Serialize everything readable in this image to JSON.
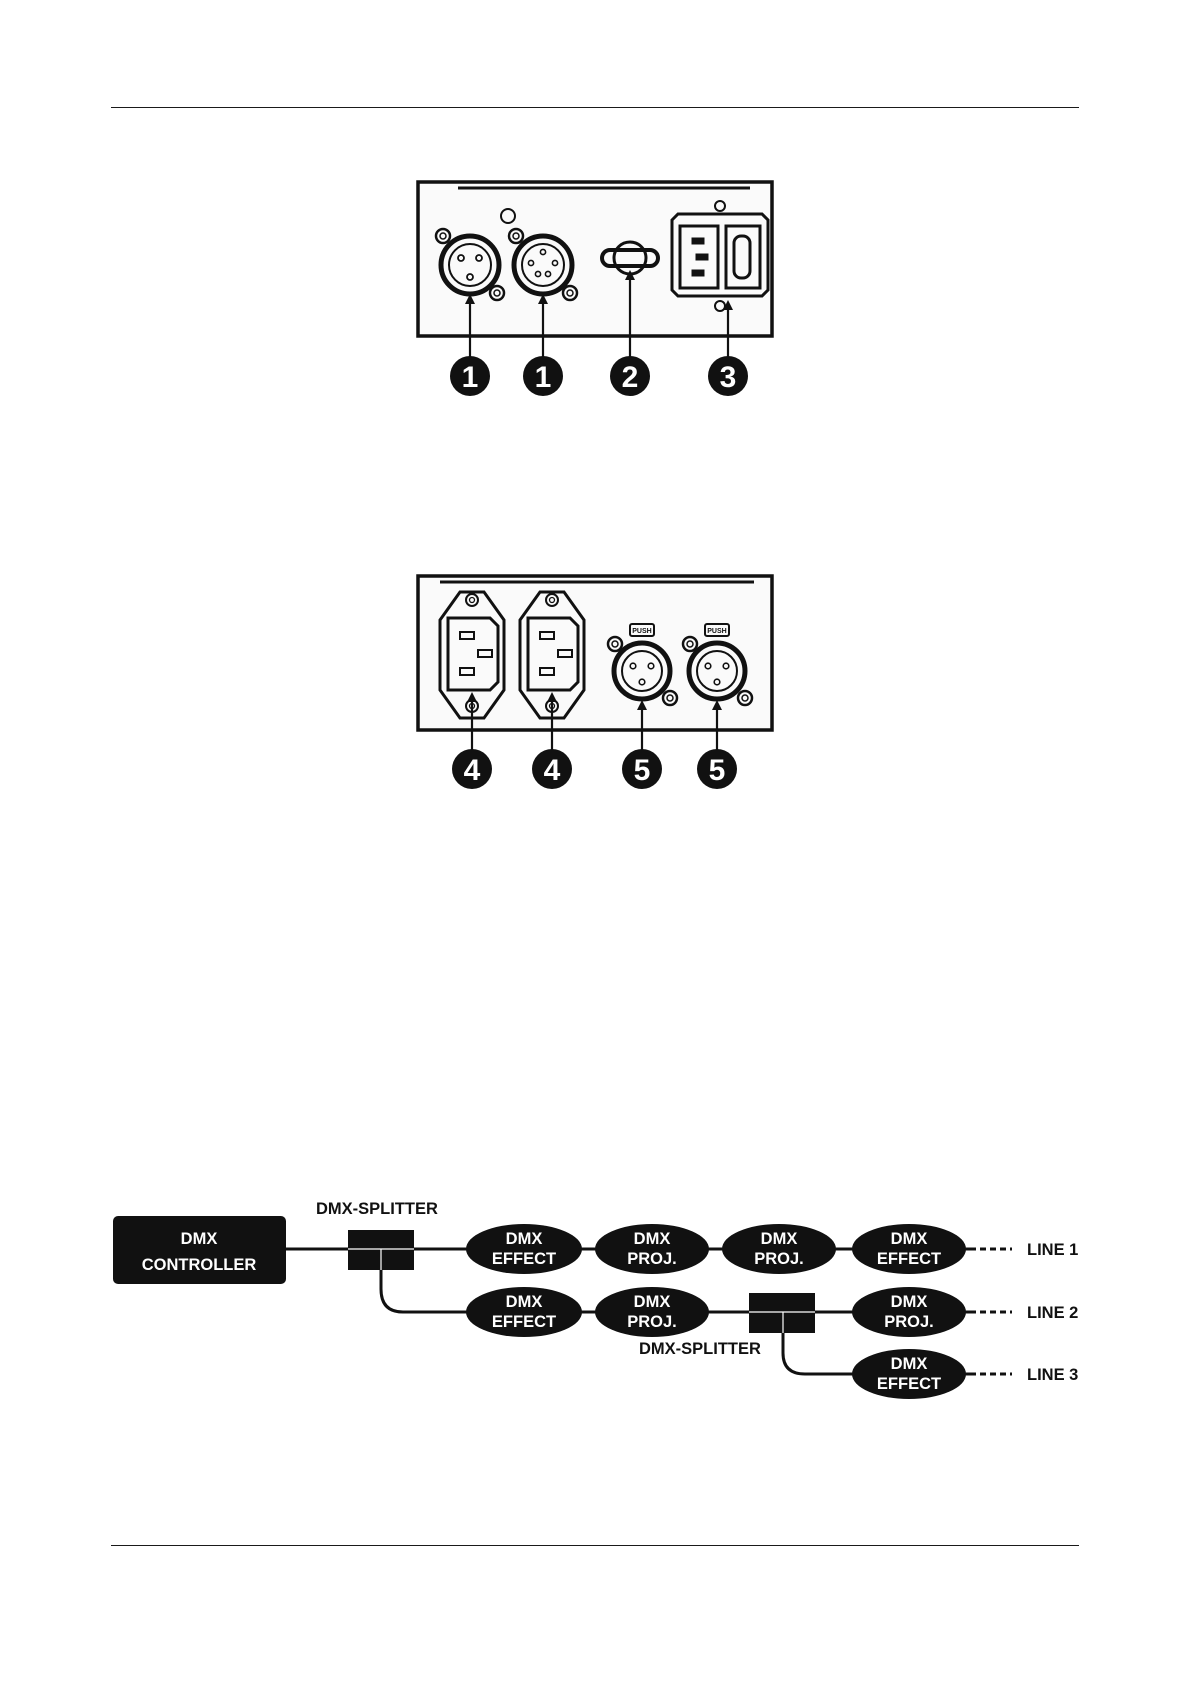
{
  "front_panel": {
    "callouts": [
      "1",
      "1",
      "2",
      "3"
    ]
  },
  "rear_panel": {
    "push_label": "PUSH",
    "callouts": [
      "4",
      "4",
      "5",
      "5"
    ]
  },
  "dmx_diagram": {
    "controller_line1": "DMX",
    "controller_line2": "CONTROLLER",
    "splitter_label": "DMX-SPLITTER",
    "line1": {
      "devices": [
        {
          "top": "DMX",
          "bottom": "EFFECT"
        },
        {
          "top": "DMX",
          "bottom": "PROJ."
        },
        {
          "top": "DMX",
          "bottom": "PROJ."
        },
        {
          "top": "DMX",
          "bottom": "EFFECT"
        }
      ],
      "end_label": "LINE 1"
    },
    "line2": {
      "devices": [
        {
          "top": "DMX",
          "bottom": "EFFECT"
        },
        {
          "top": "DMX",
          "bottom": "PROJ."
        },
        {
          "top": "DMX",
          "bottom": "PROJ."
        }
      ],
      "end_label": "LINE 2"
    },
    "line3": {
      "devices": [
        {
          "top": "DMX",
          "bottom": "EFFECT"
        }
      ],
      "end_label": "LINE 3"
    }
  }
}
